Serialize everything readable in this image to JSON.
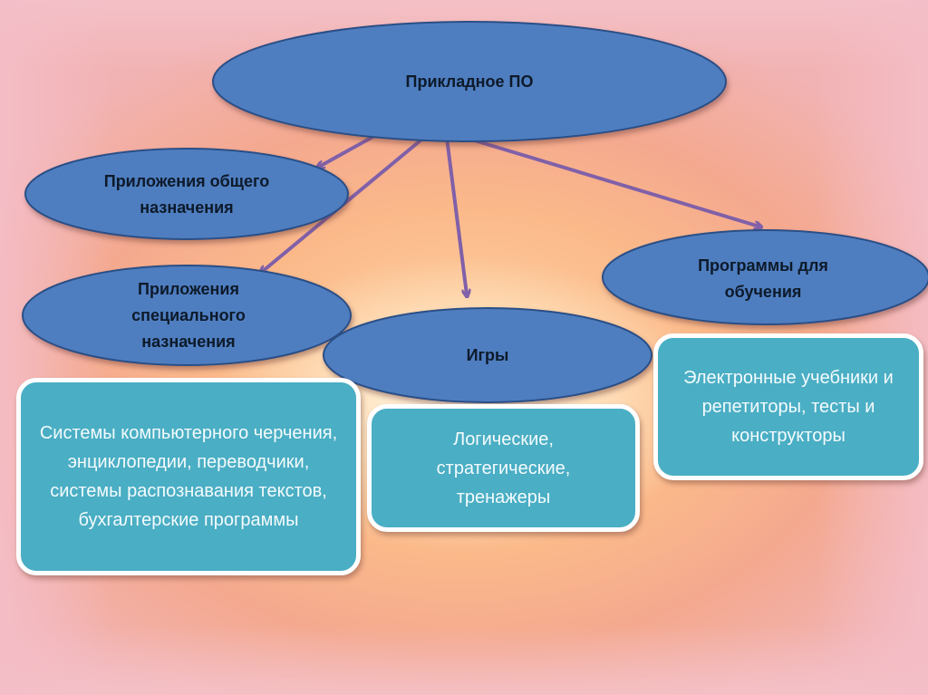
{
  "diagram": {
    "root": {
      "label": "Прикладное ПО"
    },
    "categories": [
      {
        "id": "general",
        "label": "Приложения общего назначения"
      },
      {
        "id": "special",
        "label": "Приложения специального назначения"
      },
      {
        "id": "games",
        "label": "Игры"
      },
      {
        "id": "education",
        "label": "Программы для обучения"
      }
    ],
    "examples": [
      {
        "for": "special",
        "text": "Системы компьютерного черчения, энциклопедии, переводчики, системы распознавания текстов, бухгалтерские программы"
      },
      {
        "for": "games",
        "text": "Логические, стратегические, тренажеры"
      },
      {
        "for": "education",
        "text": "Электронные учебники и репетиторы, тесты и конструкторы"
      }
    ],
    "colors": {
      "ellipse_fill": "#4f7ec0",
      "ellipse_stroke": "#2b4f86",
      "arrow": "#8060a8",
      "box_fill": "#4aaec4",
      "box_border": "#ffffff"
    }
  }
}
